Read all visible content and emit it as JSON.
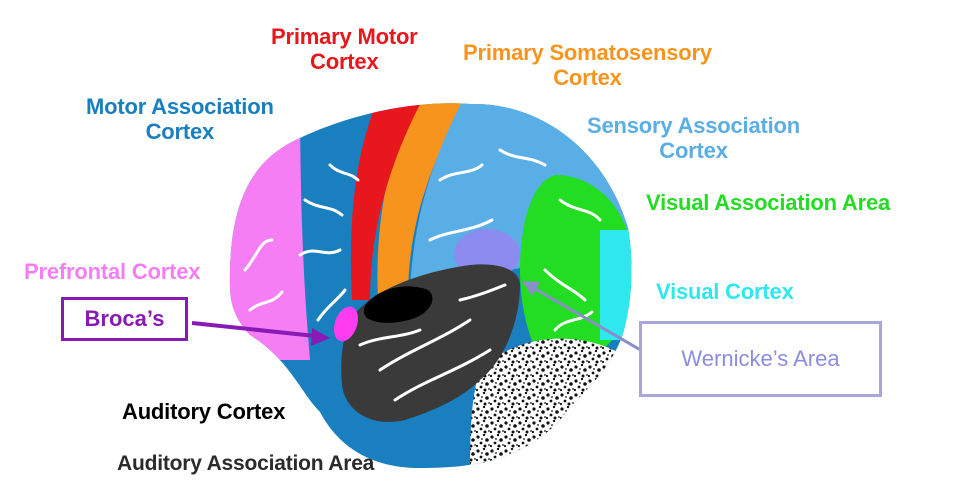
{
  "labels": {
    "primary_motor": [
      "Primary Motor",
      "Cortex"
    ],
    "primary_somatosensory": [
      "Primary Somatosensory",
      "Cortex"
    ],
    "motor_association": [
      "Motor Association",
      "Cortex"
    ],
    "sensory_association": [
      "Sensory Association",
      "Cortex"
    ],
    "visual_association": "Visual Association Area",
    "prefrontal": "Prefrontal Cortex",
    "visual_cortex": "Visual Cortex",
    "auditory_cortex": "Auditory Cortex",
    "auditory_association": "Auditory Association Area"
  },
  "callouts": {
    "brocas": "Broca’s",
    "wernickes": "Wernicke’s Area"
  },
  "colors": {
    "primary_motor": "#e8161d",
    "primary_somatosensory": "#f7941d",
    "motor_association": "#1a7fbf",
    "sensory_association": "#5aaee6",
    "visual_association": "#22dd22",
    "prefrontal": "#f57ef5",
    "visual_cortex": "#2ee8ee",
    "auditory_cortex": "#000000",
    "auditory_association": "#2b2b2b",
    "brocas": "#8a1ab6",
    "wernickes": "#9898e0"
  }
}
